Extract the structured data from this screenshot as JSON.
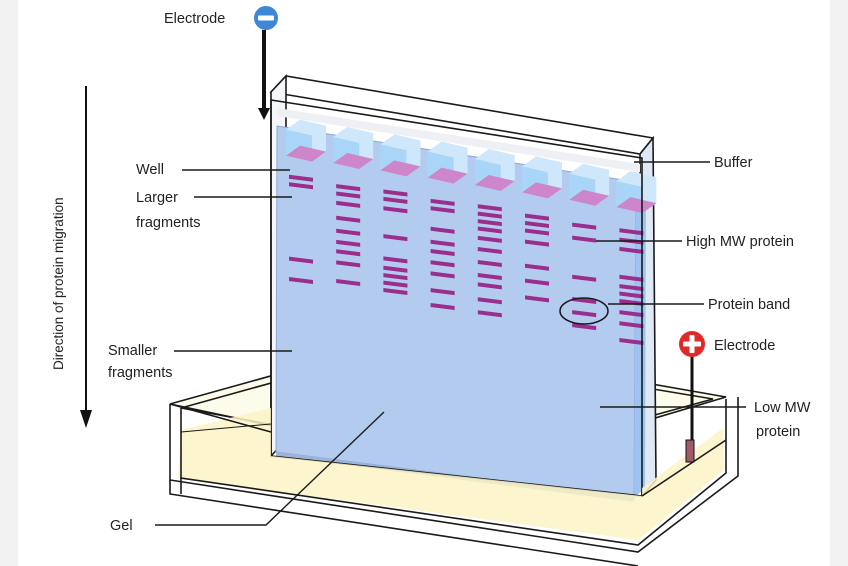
{
  "colors": {
    "gel": "#b3cbef",
    "gel_side": "#9dc3f0",
    "tooth": "#a9d6f8",
    "tooth_front": "#cfe7fb",
    "band": "#9b2d8c",
    "well_fill": "#cc86c9",
    "tank": "#fcf7d6",
    "negative": "#3d86d8",
    "positive": "#e02a2a",
    "line": "#1a1a1a"
  },
  "labels": {
    "electrode_top": "Electrode",
    "electrode_right": "Electrode",
    "well": "Well",
    "larger_1": "Larger",
    "larger_2": "fragments",
    "smaller_1": "Smaller",
    "smaller_2": "fragments",
    "gel": "Gel",
    "buffer": "Buffer",
    "high_mw": "High MW protein",
    "protein_band": "Protein band",
    "low_mw_1": "Low MW",
    "low_mw_2": "protein",
    "direction": "Direction of protein migration"
  },
  "icons": {
    "negative": "minus-circle-icon",
    "positive": "plus-circle-icon"
  },
  "lanes": [
    [
      0.06,
      0.1,
      0.5,
      0.61
    ],
    [
      0.06,
      0.1,
      0.15,
      0.23,
      0.3,
      0.36,
      0.41,
      0.47,
      0.57
    ],
    [
      0.06,
      0.1,
      0.15,
      0.3,
      0.42,
      0.47,
      0.51,
      0.55,
      0.59
    ],
    [
      0.06,
      0.1,
      0.21,
      0.28,
      0.33,
      0.39,
      0.45,
      0.54,
      0.62
    ],
    [
      0.06,
      0.1,
      0.14,
      0.18,
      0.23,
      0.29,
      0.36,
      0.43,
      0.48,
      0.56,
      0.63
    ],
    [
      0.06,
      0.1,
      0.14,
      0.2,
      0.33,
      0.41,
      0.5
    ],
    [
      0.08,
      0.15,
      0.36,
      0.48,
      0.55,
      0.62
    ],
    [
      0.06,
      0.11,
      0.16,
      0.31,
      0.36,
      0.4,
      0.44,
      0.5,
      0.56,
      0.65
    ]
  ]
}
